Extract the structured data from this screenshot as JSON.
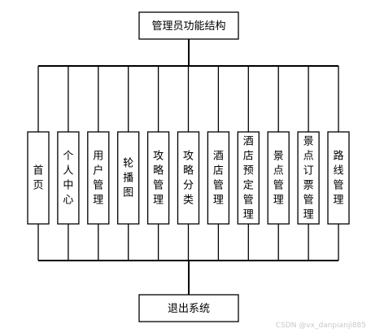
{
  "diagram": {
    "root": "管理员功能结构",
    "modules": [
      "首页",
      "个人中心",
      "用户管理",
      "轮播图",
      "攻略管理",
      "攻略分类",
      "酒店管理",
      "酒店预定管理",
      "景点管理",
      "景点订票管理",
      "路线管理"
    ],
    "footer": "退出系统"
  },
  "watermark": "CSDN @vx_danpianji885"
}
